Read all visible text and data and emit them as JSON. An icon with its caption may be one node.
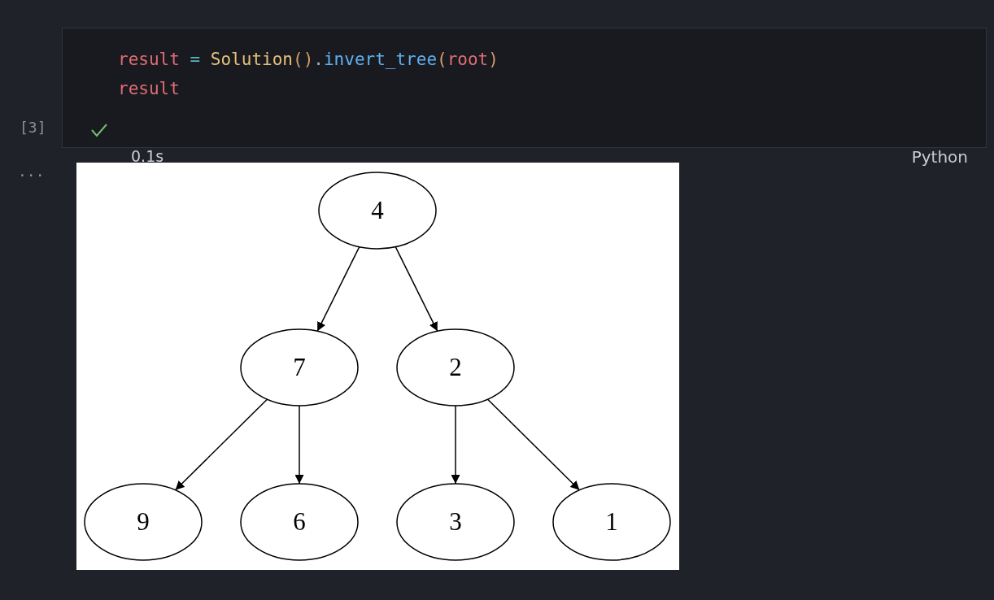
{
  "diagram": {
    "nodes": [
      {
        "text": [
          "4"
        ]
      },
      {
        "text": [
          "7"
        ]
      },
      {
        "text": [
          "2"
        ]
      },
      {
        "text": [
          "9"
        ]
      },
      {
        "text": [
          "6"
        ]
      },
      {
        "text": [
          "3"
        ]
      },
      {
        "text": [
          "1"
        ]
      }
    ],
    "edges": [
      {
        "from": 0,
        "to": 1,
        "arrow": "to"
      },
      {
        "from": 0,
        "to": 2,
        "arrow": "to"
      },
      {
        "from": 1,
        "to": 3,
        "arrow": "to"
      },
      {
        "from": 1,
        "to": 4,
        "arrow": "to"
      },
      {
        "from": 2,
        "to": 5,
        "arrow": "to"
      },
      {
        "from": 2,
        "to": 6,
        "arrow": "to"
      }
    ],
    "labels": [
      "result = Solution().invert_tree(root)",
      "result",
      "[3]",
      "0.1s",
      "Python",
      "..."
    ]
  }
}
